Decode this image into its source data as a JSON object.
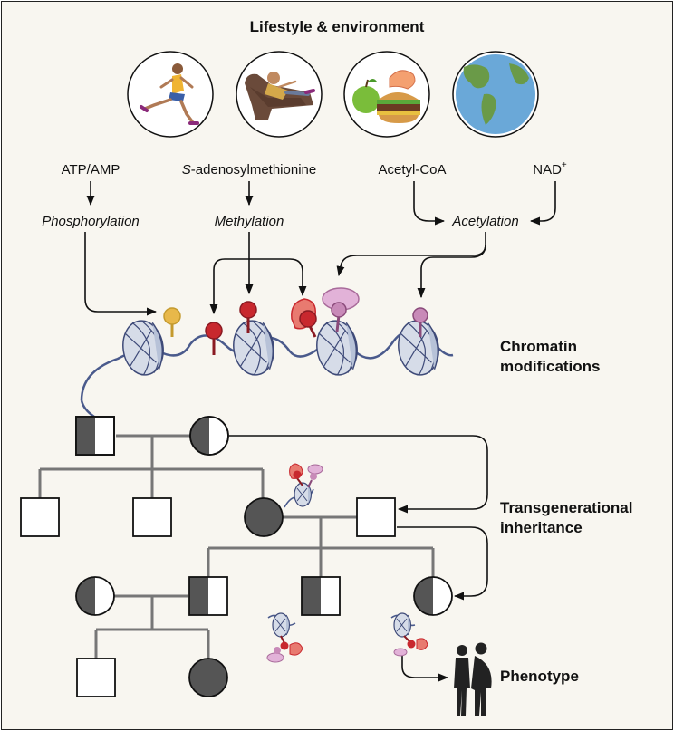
{
  "title": "Lifestyle & environment",
  "icons": [
    "runner-icon",
    "recliner-person-icon",
    "food-icon",
    "globe-icon"
  ],
  "metabolites": {
    "atp": "ATP/AMP",
    "sam_prefix": "S",
    "sam_rest": "-adenosylmethionine",
    "acetyl_coa": "Acetyl-CoA",
    "nad": "NAD",
    "nad_sup": "+"
  },
  "processes": {
    "phosphorylation": "Phosphorylation",
    "methylation": "Methylation",
    "acetylation": "Acetylation"
  },
  "side_labels": {
    "chromatin_line1": "Chromatin",
    "chromatin_line2": "modifications",
    "trans_line1": "Transgenerational",
    "trans_line2": "inheritance",
    "phenotype": "Phenotype"
  },
  "colors": {
    "background": "#f8f6f0",
    "phospho": "#e8b84a",
    "methyl": "#c8282e",
    "acetyl": "#c88ab8",
    "affected": "#555555",
    "dna": "#4a5a8c",
    "nucleosome": "#d6dce8"
  }
}
